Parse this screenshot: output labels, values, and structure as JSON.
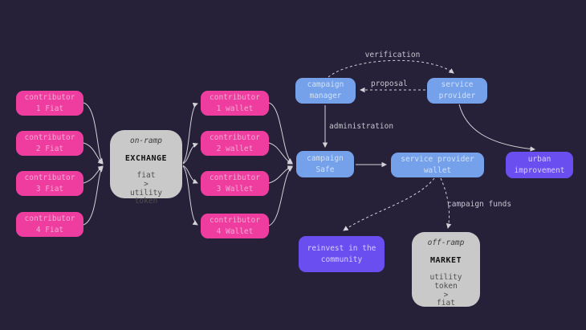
{
  "diagram": {
    "nodes": {
      "contributor_1_fiat": {
        "label": "contributor\n1 Fiat"
      },
      "contributor_2_fiat": {
        "label": "contributor\n2 Fiat"
      },
      "contributor_3_fiat": {
        "label": "contributor\n3 Fiat"
      },
      "contributor_4_fiat": {
        "label": "contributor\n4 Fiat"
      },
      "exchange": {
        "ramp": "on-ramp",
        "title": "EXCHANGE",
        "body": "fiat\n>\nutility\ntoken"
      },
      "contributor_1_wallet": {
        "label": "contributor\n1 wallet"
      },
      "contributor_2_wallet": {
        "label": "contributor\n2 wallet"
      },
      "contributor_3_wallet": {
        "label": "contributor\n3 Wallet"
      },
      "contributor_4_wallet": {
        "label": "contributor\n4 Wallet"
      },
      "campaign_manager": {
        "label": "campaign\nmanager"
      },
      "service_provider": {
        "label": "service\nprovider"
      },
      "campaign_safe": {
        "label": "campaign\nSafe"
      },
      "service_provider_wallet": {
        "label": "service provider\nwallet"
      },
      "urban_improvement": {
        "label": "urban\nimprovement"
      },
      "reinvest_in_the_community": {
        "label": "reinvest in the\ncommunity"
      },
      "market": {
        "ramp": "off-ramp",
        "title": "MARKET",
        "body": "utility\ntoken\n>\nfiat"
      }
    },
    "edge_labels": {
      "verification": "verification",
      "proposal": "proposal",
      "administration": "administration",
      "campaign_funds": "campaign funds"
    },
    "colors": {
      "bg": "#262038",
      "pink": "#ee3d9e",
      "pink-text": "#f5a9d6",
      "blue": "#75a1eb",
      "blue-text": "#cfe1f9",
      "purple": "#6a4ef0",
      "purple-text": "#d9d0f8",
      "gray": "#c9c9c9",
      "gray-ramp-text": "#3b3b3b",
      "gray-title-text": "#101010",
      "gray-body-text": "#4f4f4f",
      "line": "#d2d2d8",
      "label-text": "#c6c6d0"
    }
  }
}
